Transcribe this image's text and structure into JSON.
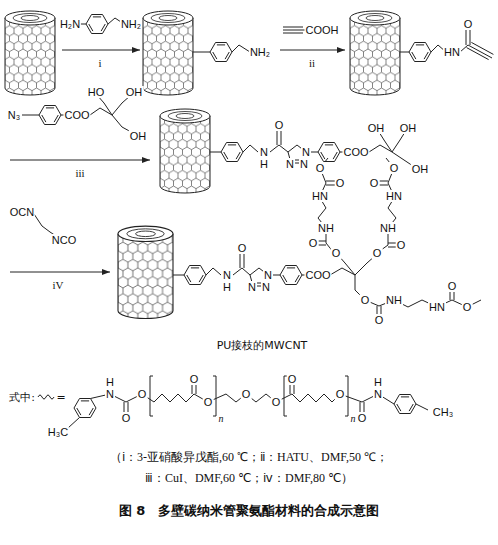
{
  "diagram": {
    "caption": "图 8　多壁碳纳米管聚氨酯材料的合成示意图",
    "labels": [
      "H₂N",
      "NH₂",
      "i",
      "NH₂",
      "COOH",
      "ii",
      "HN",
      "O",
      "N₃",
      "COO",
      "HO",
      "OH",
      "OH",
      "iii",
      "N",
      "H",
      "O",
      "N",
      "N",
      "N",
      "COO",
      "OH",
      "OH",
      "OH",
      "OCN",
      "NCO",
      "iV",
      "N",
      "H",
      "O",
      "N",
      "N",
      "N",
      "COO",
      "O",
      "O",
      "NH",
      "HN",
      "O",
      "O",
      "O",
      "O",
      "NH",
      "HN",
      "O",
      "O",
      "O",
      "O",
      "NH",
      "HN",
      "O",
      "O",
      "PU接枝的MWCNT",
      "式中:",
      "=",
      "H",
      "N",
      "O",
      "O",
      "O",
      "O",
      "n",
      "O",
      "O",
      "O",
      "O",
      "n",
      "O",
      "N",
      "H",
      "H₃C",
      "CH₃",
      "（ⅰ：3-亚硝酸异戊酯,60 ℃；ⅱ：HATU、DMF,50 ℃；",
      "ⅲ：CuI、DMF,60 ℃；ⅳ：DMF,80 ℃）"
    ]
  }
}
